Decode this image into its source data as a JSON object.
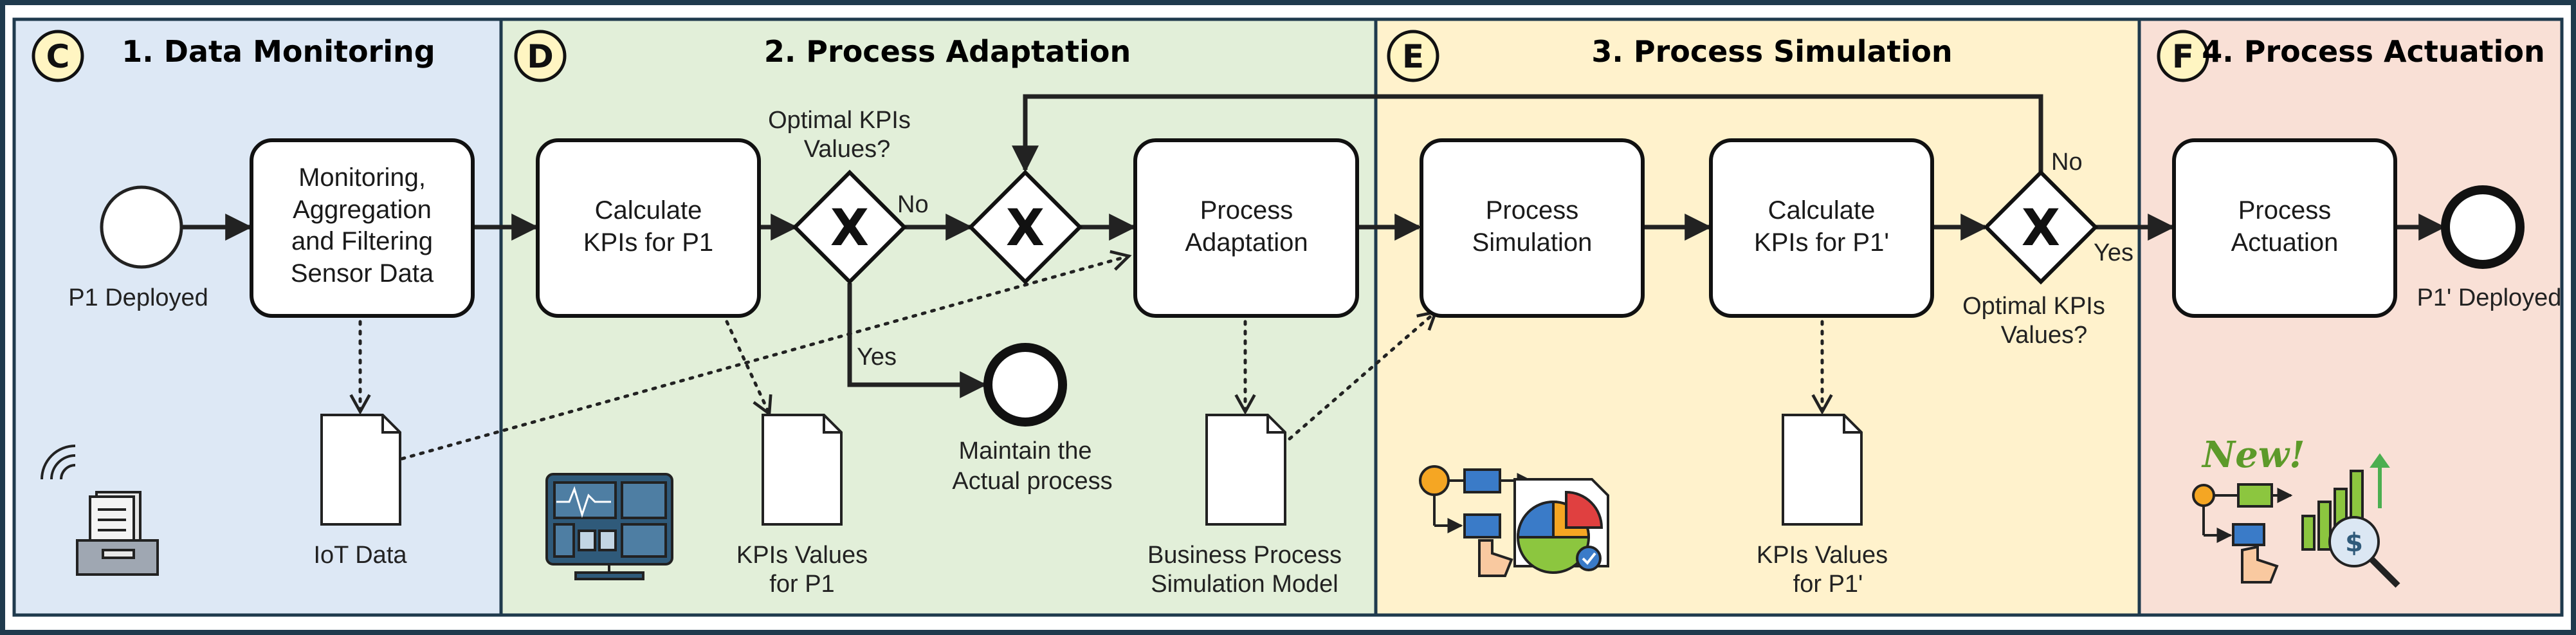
{
  "panels": [
    {
      "badge": "C",
      "title": "1. Data Monitoring",
      "fill": "#dde8f5"
    },
    {
      "badge": "D",
      "title": "2. Process Adaptation",
      "fill": "#e2efd9"
    },
    {
      "badge": "E",
      "title": "3. Process Simulation",
      "fill": "#fff2cc"
    },
    {
      "badge": "F",
      "title": "4. Process Actuation",
      "fill": "#f9e0d6"
    }
  ],
  "tasks": {
    "monitoring": [
      "Monitoring,",
      "Aggregation",
      "and Filtering",
      "Sensor Data"
    ],
    "calc_p1": [
      "Calculate",
      "KPIs for P1"
    ],
    "adaptation": [
      "Process",
      "Adaptation"
    ],
    "simulation": [
      "Process",
      "Simulation"
    ],
    "calc_p1prime": [
      "Calculate",
      "KPIs for P1'"
    ],
    "actuation": [
      "Process",
      "Actuation"
    ]
  },
  "events": {
    "start": "P1 Deployed",
    "maintain": [
      "Maintain the",
      "Actual process"
    ],
    "end": "P1' Deployed"
  },
  "gateways": {
    "symbol": "X",
    "question1": [
      "Optimal KPIs",
      "Values?"
    ],
    "question2": [
      "Optimal KPIs",
      "Values?"
    ],
    "no": "No",
    "yes": "Yes"
  },
  "documents": {
    "iot": "IoT Data",
    "kpi_p1": [
      "KPIs Values",
      "for P1"
    ],
    "bpsm": [
      "Business Process",
      "Simulation Model"
    ],
    "kpi_p1prime": [
      "KPIs Values",
      "for P1'"
    ]
  },
  "decor": {
    "new_badge": "New!"
  },
  "colors": {
    "frame": "#1f3a4d",
    "line": "#222222",
    "badge_fill": "#fff5c2"
  }
}
